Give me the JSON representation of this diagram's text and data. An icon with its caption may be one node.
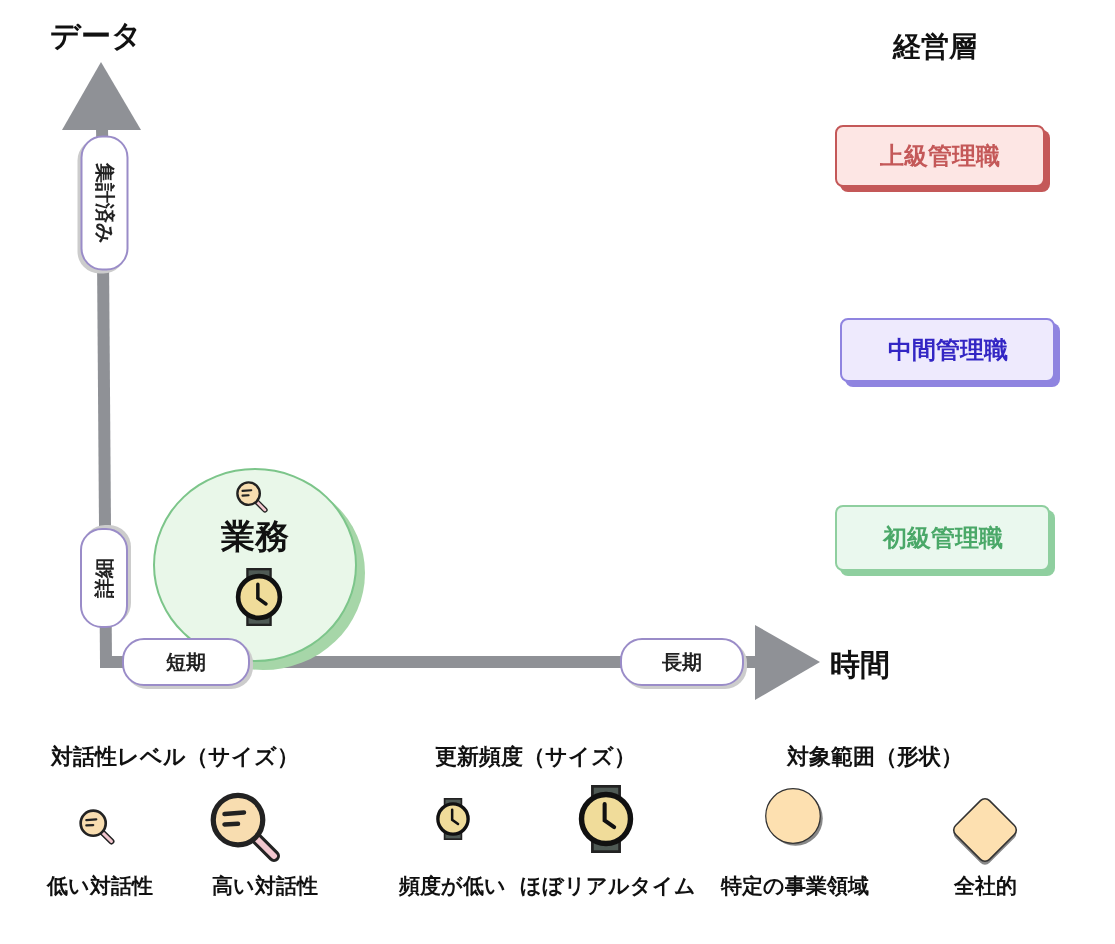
{
  "diagram": {
    "nodes": [
      {
        "text": [
          "上級管理職"
        ]
      },
      {
        "text": [
          "中間管理職"
        ]
      },
      {
        "text": [
          "初級管理職"
        ]
      },
      {
        "text": [
          "業務"
        ]
      }
    ],
    "labels": [
      "データ",
      "経営層",
      "集計済み",
      "詳細",
      "短期",
      "長期",
      "時間",
      "対話性レベル（サイズ）",
      "更新頻度（サイズ）",
      "対象範囲（形状）"
    ],
    "legend": [
      {
        "text": "低い対話性"
      },
      {
        "text": "高い対話性"
      },
      {
        "text": "頻度が低い"
      },
      {
        "text": "ほぼリアルタイム"
      },
      {
        "text": "特定の事業領域"
      },
      {
        "text": "全社的"
      }
    ]
  }
}
